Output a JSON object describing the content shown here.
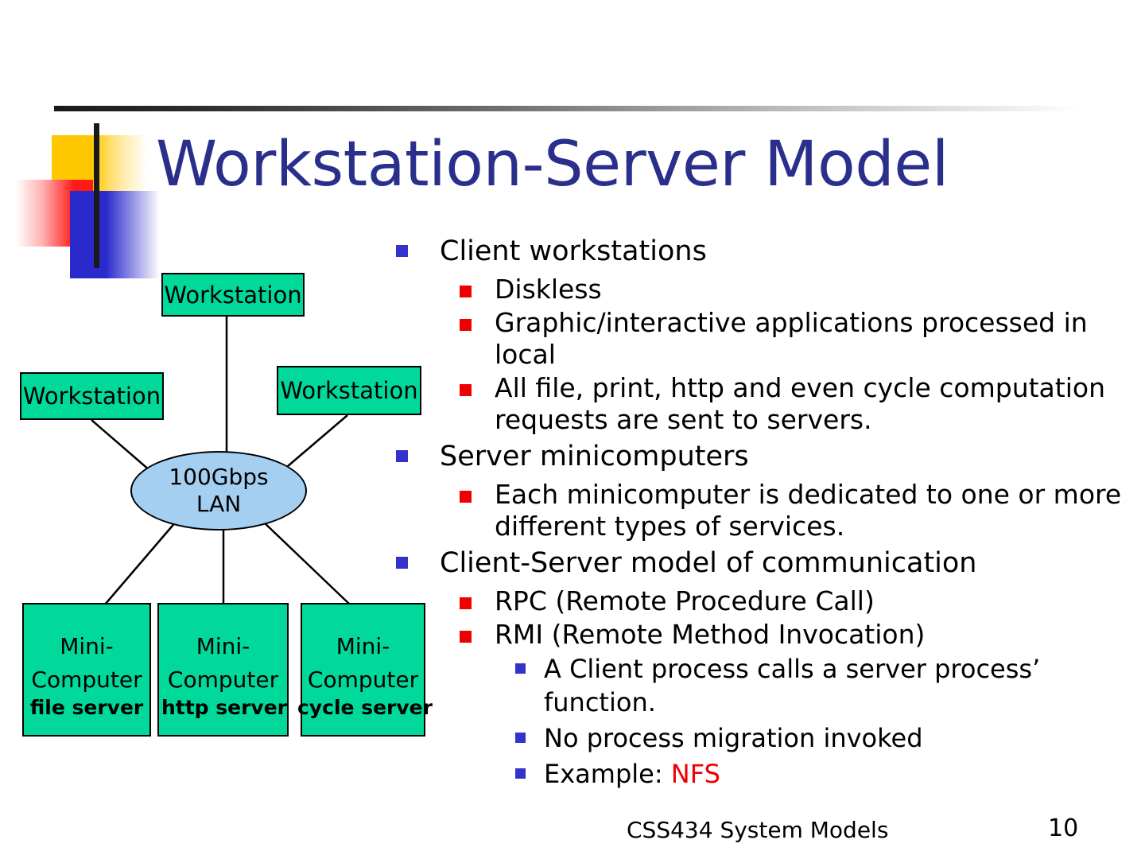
{
  "slide": {
    "title": "Workstation-Server Model",
    "title_color": "#2B2F8C",
    "footer_text": "CSS434 System Models",
    "page_number": "10"
  },
  "logo": {
    "yellow": "#FFC700",
    "red": "#FF1A1A",
    "blue": "#2A2ACC",
    "bar": "#1a1a1a"
  },
  "diagram": {
    "node_fill": "#00D99A",
    "hub_fill": "#A5CFF0",
    "workstations": [
      {
        "label": "Workstation"
      },
      {
        "label": "Workstation"
      },
      {
        "label": "Workstation"
      }
    ],
    "hub": {
      "line1": "100Gbps",
      "line2": "LAN"
    },
    "servers": [
      {
        "line1": "Mini-",
        "line2": "Computer",
        "role": "file server"
      },
      {
        "line1": "Mini-",
        "line2": "Computer",
        "role": "http server"
      },
      {
        "line1": "Mini-",
        "line2": "Computer",
        "role": "cycle server"
      }
    ]
  },
  "bullets": {
    "b1": "Client workstations",
    "b2": "Diskless",
    "b3": "Graphic/interactive applications processed in local",
    "b4": "All file, print, http and even cycle computation requests are sent to servers.",
    "b5": "Server minicomputers",
    "b6": "Each minicomputer is dedicated to one or more different types of services.",
    "b7": "Client-Server model of communication",
    "b8": "RPC (Remote Procedure Call)",
    "b9": "RMI (Remote Method Invocation)",
    "b10": "A Client process calls a server process’ function.",
    "b11": "No process migration invoked",
    "b12_prefix": "Example: ",
    "b12_accent": "NFS"
  }
}
